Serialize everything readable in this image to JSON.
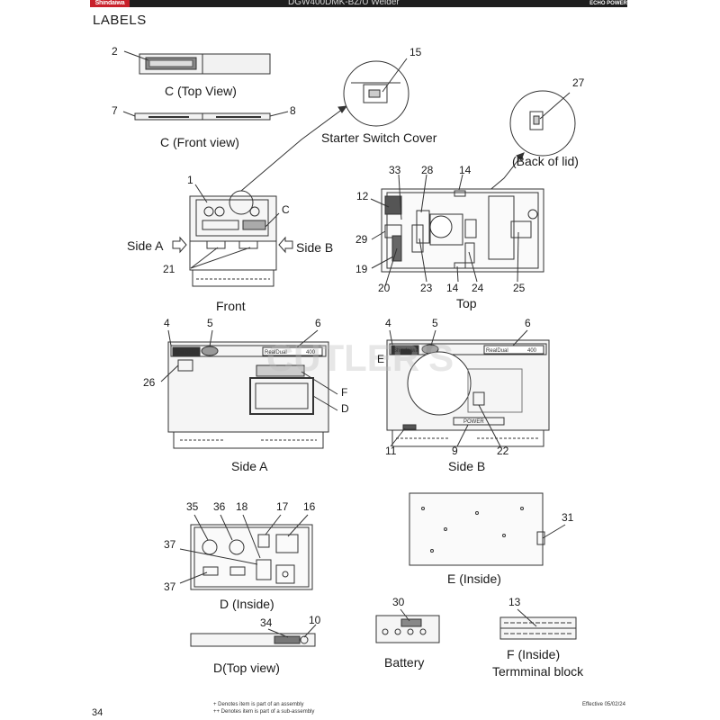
{
  "header": {
    "brand": "Shindaiwa",
    "title": "DGW400DMK-BZ/U Welder",
    "logo": "ECHO POWER"
  },
  "section_title": "LABELS",
  "watermark": "CUTLER'S",
  "panel_text": {
    "brand_strip": "Shindaiwa",
    "model": "RealDual",
    "model_number": "400",
    "plate": "POWER"
  },
  "callouts": {
    "n1": "1",
    "n2": "2",
    "n4a": "4",
    "n4b": "4",
    "n5a": "5",
    "n5b": "5",
    "n6a": "6",
    "n6b": "6",
    "n7": "7",
    "n8": "8",
    "n9": "9",
    "n10": "10",
    "n11": "11",
    "n12": "12",
    "n13": "13",
    "n14a": "14",
    "n14b": "14",
    "n15": "15",
    "n16": "16",
    "n17": "17",
    "n18": "18",
    "n19": "19",
    "n20": "20",
    "n21": "21",
    "n22": "22",
    "n23": "23",
    "n24": "24",
    "n25": "25",
    "n26": "26",
    "n27": "27",
    "n28": "28",
    "n29": "29",
    "n30": "30",
    "n31": "31",
    "n33": "33",
    "n34": "34",
    "n35": "35",
    "n36": "36",
    "n37a": "37",
    "n37b": "37",
    "C": "C",
    "D": "D",
    "E": "E",
    "F": "F"
  },
  "captions": {
    "c_top": "C (Top View)",
    "c_front": "C (Front view)",
    "starter_switch": "Starter Switch Cover",
    "back_of_lid": "(Back of lid)",
    "side_a_arrow": "Side A",
    "side_b_arrow": "Side B",
    "front": "Front",
    "top": "Top",
    "side_a": "Side A",
    "side_b": "Side B",
    "d_inside": "D (Inside)",
    "e_inside": "E (Inside)",
    "d_top": "D(Top view)",
    "battery": "Battery",
    "f_inside": "F (Inside)",
    "terminal_block": "Termminal block"
  },
  "footer": {
    "page": "34",
    "note1": "+ Denotes item is part of an assembly",
    "note2": "++ Denotes item is part of a sub-assembly",
    "effective": "Effective 05/02/24"
  }
}
